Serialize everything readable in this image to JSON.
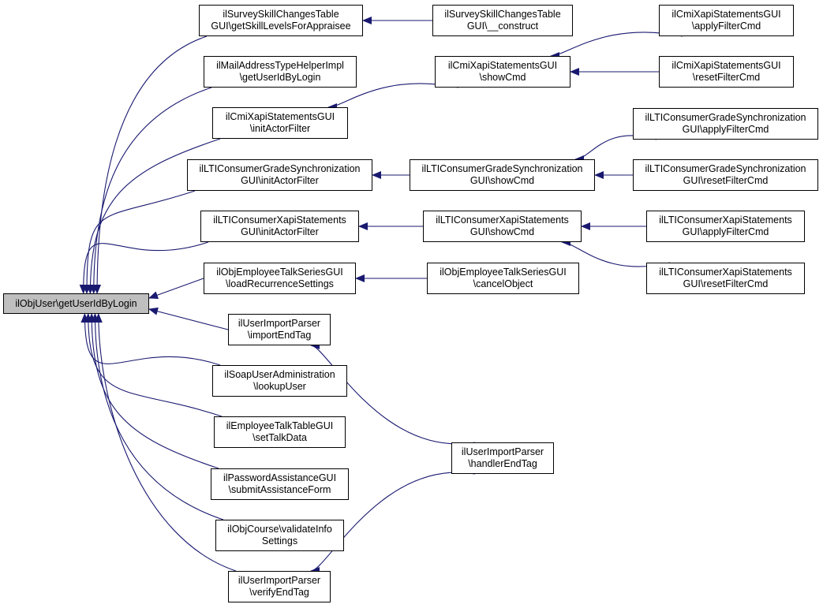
{
  "diagram": {
    "title": "Caller graph of ilObjUser\\getUserIdByLogin",
    "edge_color": "#191970",
    "root_fill": "#bfbfbf",
    "nodes": [
      {
        "id": "root",
        "lines": [
          "ilObjUser\\getUserIdByLogin"
        ]
      },
      {
        "id": "survey_getskill",
        "lines": [
          "ilSurveySkillChangesTable",
          "GUI\\getSkillLevelsForAppraisee"
        ]
      },
      {
        "id": "mail_getuserid",
        "lines": [
          "ilMailAddressTypeHelperImpl",
          "\\getUserIdByLogin"
        ]
      },
      {
        "id": "cmi_initactor",
        "lines": [
          "ilCmiXapiStatementsGUI",
          "\\initActorFilter"
        ]
      },
      {
        "id": "lticgs_initactor",
        "lines": [
          "ilLTIConsumerGradeSynchronization",
          "GUI\\initActorFilter"
        ]
      },
      {
        "id": "ltixapi_initactor",
        "lines": [
          "ilLTIConsumerXapiStatements",
          "GUI\\initActorFilter"
        ]
      },
      {
        "id": "empseries_loadrec",
        "lines": [
          "ilObjEmployeeTalkSeriesGUI",
          "\\loadRecurrenceSettings"
        ]
      },
      {
        "id": "uip_importend",
        "lines": [
          "ilUserImportParser",
          "\\importEndTag"
        ]
      },
      {
        "id": "soap_lookup",
        "lines": [
          "ilSoapUserAdministration",
          "\\lookupUser"
        ]
      },
      {
        "id": "emptable_settalk",
        "lines": [
          "ilEmployeeTalkTableGUI",
          "\\setTalkData"
        ]
      },
      {
        "id": "pwd_submit",
        "lines": [
          "ilPasswordAssistanceGUI",
          "\\submitAssistanceForm"
        ]
      },
      {
        "id": "course_validate",
        "lines": [
          "ilObjCourse\\validateInfo",
          "Settings"
        ]
      },
      {
        "id": "uip_verifyend",
        "lines": [
          "ilUserImportParser",
          "\\verifyEndTag"
        ]
      },
      {
        "id": "survey_construct",
        "lines": [
          "ilSurveySkillChangesTable",
          "GUI\\__construct"
        ]
      },
      {
        "id": "cmi_showcmd",
        "lines": [
          "ilCmiXapiStatementsGUI",
          "\\showCmd"
        ]
      },
      {
        "id": "lticgs_showcmd",
        "lines": [
          "ilLTIConsumerGradeSynchronization",
          "GUI\\showCmd"
        ]
      },
      {
        "id": "ltixapi_showcmd",
        "lines": [
          "ilLTIConsumerXapiStatements",
          "GUI\\showCmd"
        ]
      },
      {
        "id": "empseries_cancel",
        "lines": [
          "ilObjEmployeeTalkSeriesGUI",
          "\\cancelObject"
        ]
      },
      {
        "id": "uip_handlerend",
        "lines": [
          "ilUserImportParser",
          "\\handlerEndTag"
        ]
      },
      {
        "id": "cmi_apply",
        "lines": [
          "ilCmiXapiStatementsGUI",
          "\\applyFilterCmd"
        ]
      },
      {
        "id": "cmi_reset",
        "lines": [
          "ilCmiXapiStatementsGUI",
          "\\resetFilterCmd"
        ]
      },
      {
        "id": "lticgs_apply",
        "lines": [
          "ilLTIConsumerGradeSynchronization",
          "GUI\\applyFilterCmd"
        ]
      },
      {
        "id": "lticgs_reset",
        "lines": [
          "ilLTIConsumerGradeSynchronization",
          "GUI\\resetFilterCmd"
        ]
      },
      {
        "id": "ltixapi_apply",
        "lines": [
          "ilLTIConsumerXapiStatements",
          "GUI\\applyFilterCmd"
        ]
      },
      {
        "id": "ltixapi_reset",
        "lines": [
          "ilLTIConsumerXapiStatements",
          "GUI\\resetFilterCmd"
        ]
      }
    ],
    "edges": [
      {
        "from": "survey_getskill",
        "to": "root"
      },
      {
        "from": "mail_getuserid",
        "to": "root"
      },
      {
        "from": "cmi_initactor",
        "to": "root"
      },
      {
        "from": "lticgs_initactor",
        "to": "root"
      },
      {
        "from": "ltixapi_initactor",
        "to": "root"
      },
      {
        "from": "empseries_loadrec",
        "to": "root"
      },
      {
        "from": "uip_importend",
        "to": "root"
      },
      {
        "from": "soap_lookup",
        "to": "root"
      },
      {
        "from": "emptable_settalk",
        "to": "root"
      },
      {
        "from": "pwd_submit",
        "to": "root"
      },
      {
        "from": "course_validate",
        "to": "root"
      },
      {
        "from": "uip_verifyend",
        "to": "root"
      },
      {
        "from": "survey_construct",
        "to": "survey_getskill"
      },
      {
        "from": "cmi_showcmd",
        "to": "cmi_initactor"
      },
      {
        "from": "lticgs_showcmd",
        "to": "lticgs_initactor"
      },
      {
        "from": "ltixapi_showcmd",
        "to": "ltixapi_initactor"
      },
      {
        "from": "empseries_cancel",
        "to": "empseries_loadrec"
      },
      {
        "from": "uip_handlerend",
        "to": "uip_importend"
      },
      {
        "from": "uip_handlerend",
        "to": "uip_verifyend"
      },
      {
        "from": "cmi_apply",
        "to": "cmi_showcmd"
      },
      {
        "from": "cmi_reset",
        "to": "cmi_showcmd"
      },
      {
        "from": "lticgs_apply",
        "to": "lticgs_showcmd"
      },
      {
        "from": "lticgs_reset",
        "to": "lticgs_showcmd"
      },
      {
        "from": "ltixapi_apply",
        "to": "ltixapi_showcmd"
      },
      {
        "from": "ltixapi_reset",
        "to": "ltixapi_showcmd"
      }
    ]
  }
}
